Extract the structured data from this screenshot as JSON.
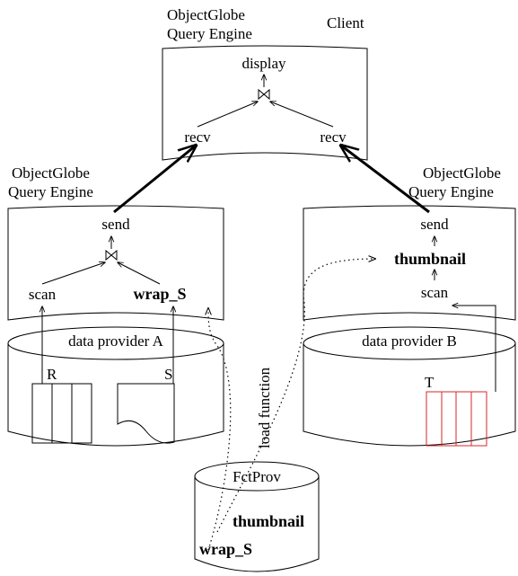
{
  "client_engine": {
    "label_line1": "ObjectGlobe",
    "label_line2": "Query Engine",
    "role": "Client",
    "op_display": "display",
    "op_recv_left": "recv",
    "op_recv_right": "recv"
  },
  "engine_a": {
    "label_line1": "ObjectGlobe",
    "label_line2": "Query Engine",
    "op_send": "send",
    "op_scan": "scan",
    "op_wrap": "wrap_S"
  },
  "engine_b": {
    "label_line1": "ObjectGlobe",
    "label_line2": "Query Engine",
    "op_send": "send",
    "op_thumbnail": "thumbnail",
    "op_scan": "scan"
  },
  "provider_a": {
    "name": "data provider A",
    "relation_r": "R",
    "relation_s": "S"
  },
  "provider_b": {
    "name": "data provider B",
    "relation_t": "T",
    "relation_color": "#d62728"
  },
  "function_provider": {
    "name": "FctProv",
    "fn_thumbnail": "thumbnail",
    "fn_wrap": "wrap_S"
  },
  "edge_label": "load function",
  "icons": {
    "join": "bowtie-join-icon"
  }
}
